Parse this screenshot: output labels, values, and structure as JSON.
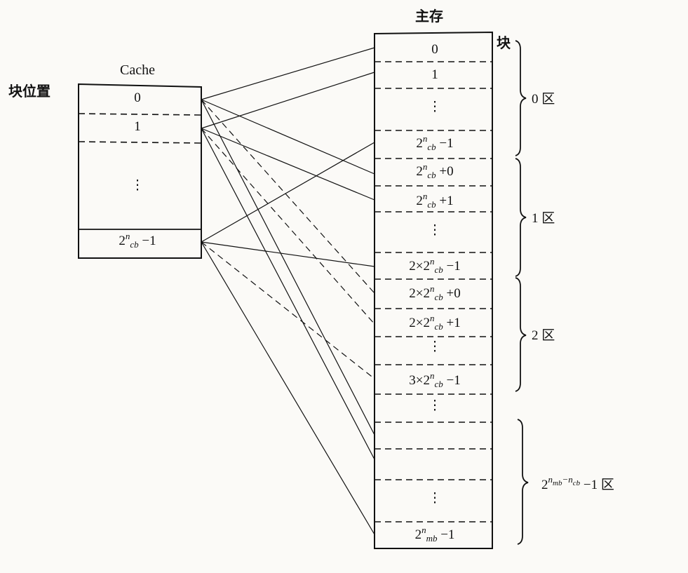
{
  "labels": {
    "block_position": "块位置",
    "cache_title": "Cache",
    "main_memory_title": "主存",
    "block_label": "块"
  },
  "cache": {
    "rows": [
      {
        "text": "0"
      },
      {
        "text": "1"
      },
      {
        "text": "⋮"
      },
      {
        "base": "2",
        "sup": "n",
        "sub": "cb",
        "tail": " −1"
      }
    ]
  },
  "main_memory": {
    "rows": [
      {
        "text": "0"
      },
      {
        "text": "1"
      },
      {
        "text": "⋮"
      },
      {
        "base": "2",
        "sup": "n",
        "sub": "cb",
        "tail": " −1"
      },
      {
        "base": "2",
        "sup": "n",
        "sub": "cb",
        "tail": " +0"
      },
      {
        "base": "2",
        "sup": "n",
        "sub": "cb",
        "tail": " +1"
      },
      {
        "text": "⋮"
      },
      {
        "base": "2×2",
        "sup": "n",
        "sub": "cb",
        "tail": " −1"
      },
      {
        "base": "2×2",
        "sup": "n",
        "sub": "cb",
        "tail": " +0"
      },
      {
        "base": "2×2",
        "sup": "n",
        "sub": "cb",
        "tail": " +1"
      },
      {
        "text": "⋮"
      },
      {
        "base": "3×2",
        "sup": "n",
        "sub": "cb",
        "tail": " −1"
      },
      {
        "text": "⋮"
      },
      {
        "text": ""
      },
      {
        "text": ""
      },
      {
        "text": "⋮"
      },
      {
        "base": "2",
        "sup": "n",
        "sub": "mb",
        "tail": " −1"
      }
    ]
  },
  "zones": [
    {
      "text": "0 区"
    },
    {
      "text": "1 区"
    },
    {
      "text": "2 区"
    },
    {
      "base": "2",
      "sup": "n",
      "sup_sub": "mb",
      "mid": "−n",
      "mid_sub": "cb",
      "tail": " −1 区"
    }
  ]
}
